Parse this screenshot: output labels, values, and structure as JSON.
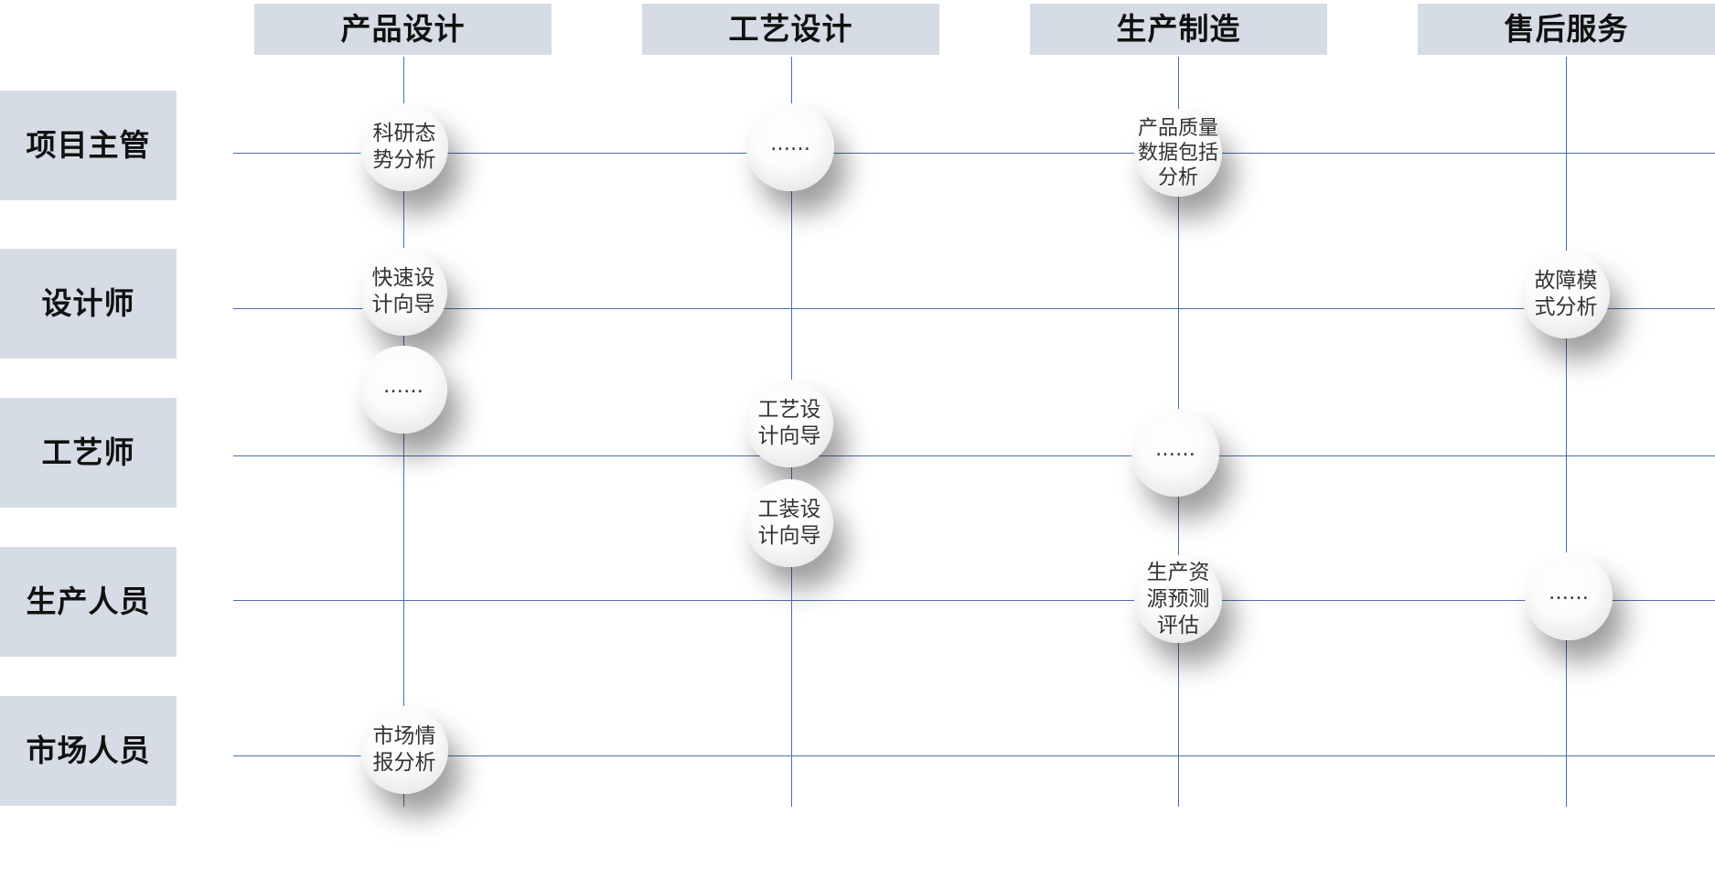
{
  "columns": [
    {
      "label": "产品设计"
    },
    {
      "label": "工艺设计"
    },
    {
      "label": "生产制造"
    },
    {
      "label": "售后服务"
    }
  ],
  "rows": [
    {
      "label": "项目主管"
    },
    {
      "label": "设计师"
    },
    {
      "label": "工艺师"
    },
    {
      "label": "生产人员"
    },
    {
      "label": "市场人员"
    }
  ],
  "nodes": [
    {
      "label": "科研态势分析"
    },
    {
      "label": "快速设计向导"
    },
    {
      "label": "……"
    },
    {
      "label": "市场情报分析"
    },
    {
      "label": "……"
    },
    {
      "label": "工艺设计向导"
    },
    {
      "label": "工装设计向导"
    },
    {
      "label": "产品质量数据包括分析"
    },
    {
      "label": "……"
    },
    {
      "label": "生产资源预测评估"
    },
    {
      "label": "故障模式分析"
    },
    {
      "label": "……"
    }
  ],
  "colors": {
    "header_fill": "#d6dce5",
    "grid_line": "#4a6fa5",
    "node_text": "#333333"
  }
}
